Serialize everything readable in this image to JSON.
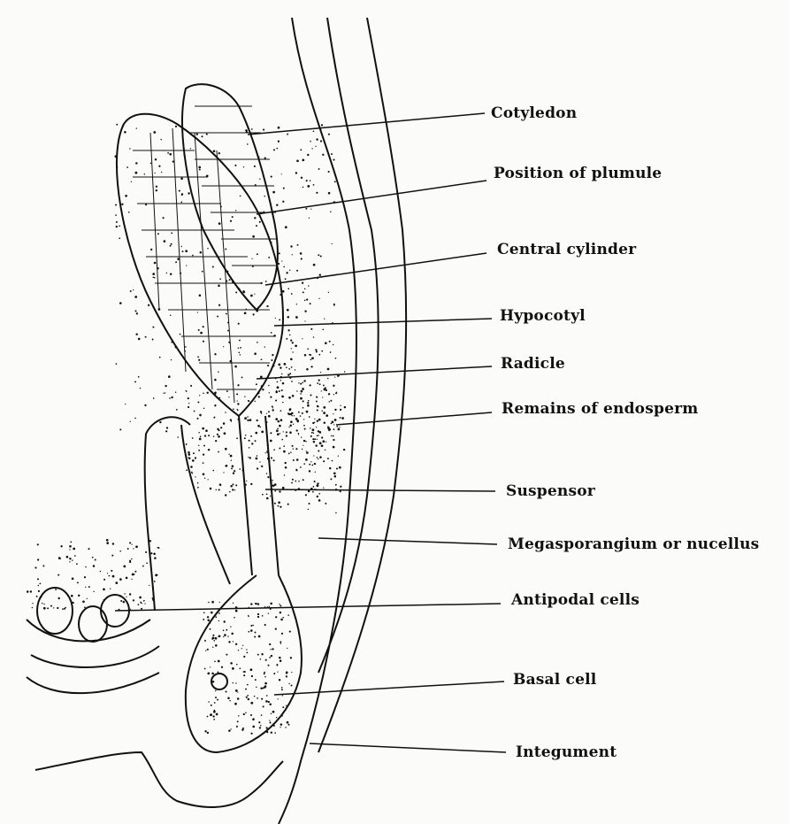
{
  "diagram": {
    "labels": {
      "cotyledon": "Cotyledon",
      "plumule": "Position of plumule",
      "central_cylinder": "Central cylinder",
      "hypocotyl": "Hypocotyl",
      "radicle": "Radicle",
      "endosperm": "Remains of endosperm",
      "suspensor": "Suspensor",
      "megasporangium": "Megasporangium or nucellus",
      "antipodal": "Antipodal cells",
      "basal_cell": "Basal cell",
      "integument": "Integument"
    },
    "colors": {
      "ink": "#111111",
      "paper": "#fbfbf9"
    }
  }
}
